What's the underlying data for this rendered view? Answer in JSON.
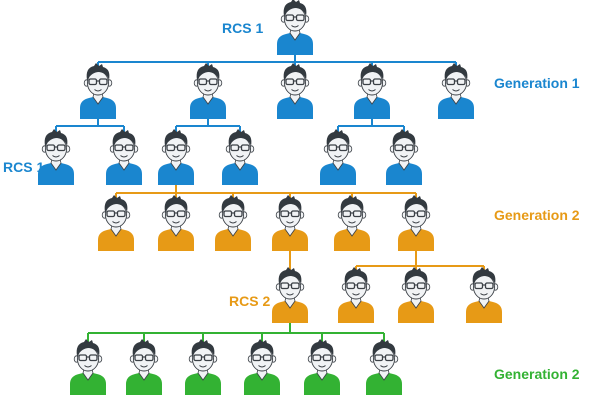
{
  "labels": {
    "top_rcs": "RCS 1",
    "left_rcs": "RCS 1",
    "mid_rcs": "RCS 2",
    "gen1": "Generation 1",
    "gen2_orange": "Generation 2",
    "gen2_green": "Generation 2"
  },
  "colors": {
    "blue": "#1a86cf",
    "orange": "#e79a16",
    "green": "#33b233",
    "hair": "#333a40",
    "skin": "#f1f3f5",
    "outline": "#3b4046"
  },
  "icon": "person-with-glasses-icon"
}
